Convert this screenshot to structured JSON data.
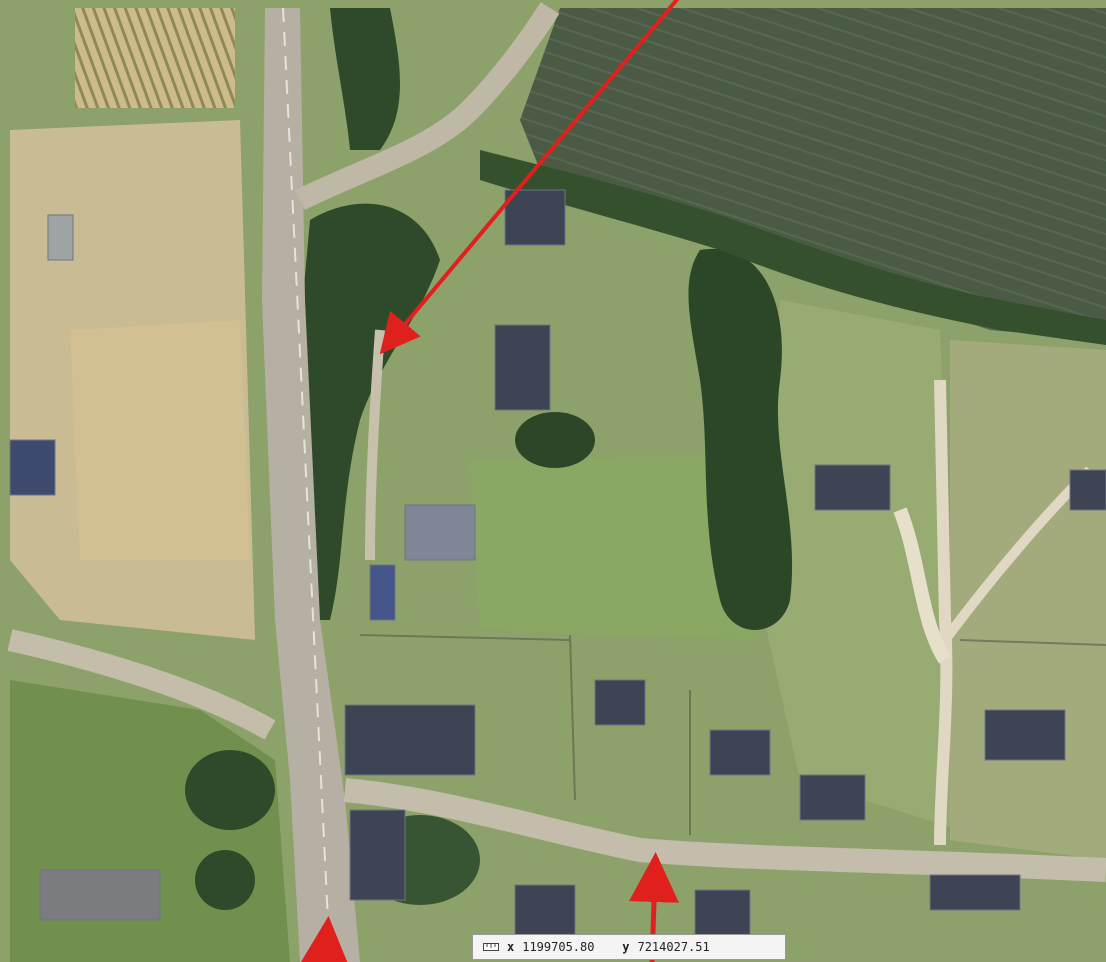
{
  "map": {
    "type": "aerial-orthophoto",
    "colors": {
      "field_dark": "#4a5a44",
      "grass": "#7c9a5c",
      "trees": "#2f4a2a",
      "road": "#b9b3a4",
      "roof": "#3e4656",
      "arrow": "#e0201c"
    }
  },
  "coordinates": {
    "x_label": "x",
    "x_value": "1199705.80",
    "y_label": "y",
    "y_value": "7214027.51",
    "icon": "ruler-icon"
  }
}
